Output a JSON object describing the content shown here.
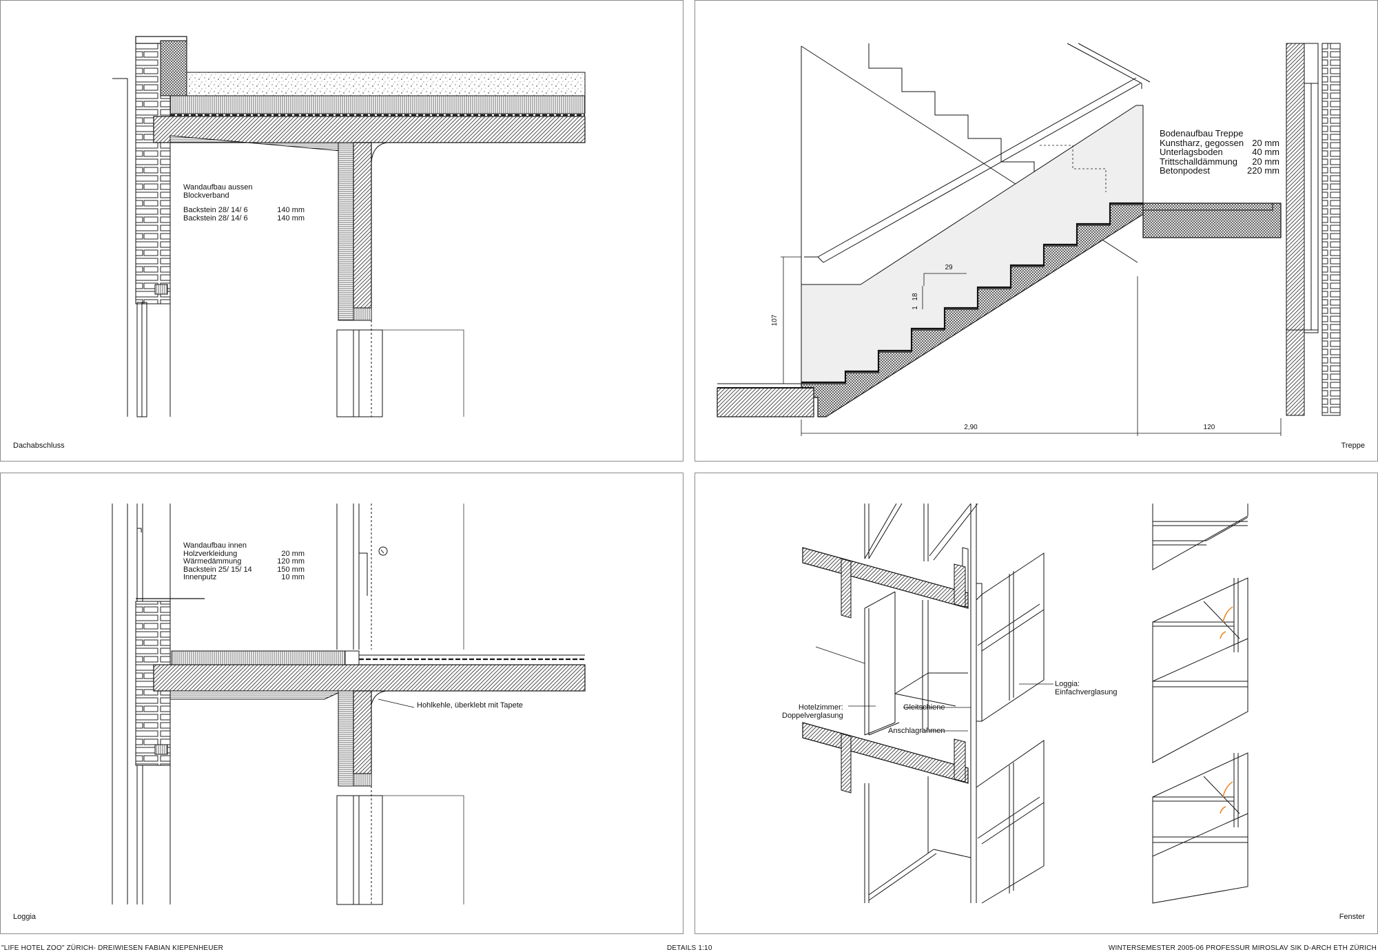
{
  "panels": {
    "dachabschluss": {
      "label": "Dachabschluss",
      "spec": {
        "title_line1": "Wandaufbau aussen",
        "title_line2": "Blockverband",
        "rows": [
          {
            "name": "Backstein 28/ 14/ 6",
            "value": "140 mm"
          },
          {
            "name": "Backstein 28/ 14/ 6",
            "value": "140 mm"
          }
        ]
      }
    },
    "treppe": {
      "label": "Treppe",
      "spec": {
        "title": "Bodenaufbau Treppe",
        "rows": [
          {
            "name": "Kunstharz, gegossen",
            "value": "20 mm"
          },
          {
            "name": "Unterlagsboden",
            "value": "40 mm"
          },
          {
            "name": "Trittschalldämmung",
            "value": "20 mm"
          },
          {
            "name": "Betonpodest",
            "value": "220 mm"
          }
        ]
      },
      "dimensions": {
        "run": "2,90",
        "landing": "120",
        "height": "107",
        "tread": "29",
        "riser": "18",
        "riser_count": "1"
      }
    },
    "loggia": {
      "label": "Loggia",
      "spec": {
        "title": "Wandaufbau innen",
        "rows": [
          {
            "name": "Holzverkleidung",
            "value": "20 mm"
          },
          {
            "name": "Wärmedämmung",
            "value": "120 mm"
          },
          {
            "name": "Backstein 25/ 15/ 14",
            "value": "150 mm"
          },
          {
            "name": "Innenputz",
            "value": "10 mm"
          }
        ]
      },
      "callout": "Hohlkehle, überklebt mit Tapete"
    },
    "fenster": {
      "label": "Fenster",
      "callouts": {
        "hotelzimmer_1": "Hotelzimmer:",
        "hotelzimmer_2": "Doppelverglasung",
        "gleitschiene": "Gleitschiene",
        "anschlag": "Anschlagrahmen",
        "loggia_1": "Loggia:",
        "loggia_2": "Einfachverglasung"
      }
    }
  },
  "footer": {
    "left": "\"LIFE HOTEL ZOO\" ZÜRICH- DREIWIESEN FABIAN KIEPENHEUER",
    "center": "DETAILS 1:10",
    "right": "WINTERSEMESTER 2005-06 PROFESSUR MIROSLAV SIK D-ARCH ETH ZÜRICH"
  },
  "colors": {
    "line": "#111111",
    "hatch": "#333333",
    "stair_fill": "#efefef",
    "accent": "#e8892b"
  }
}
